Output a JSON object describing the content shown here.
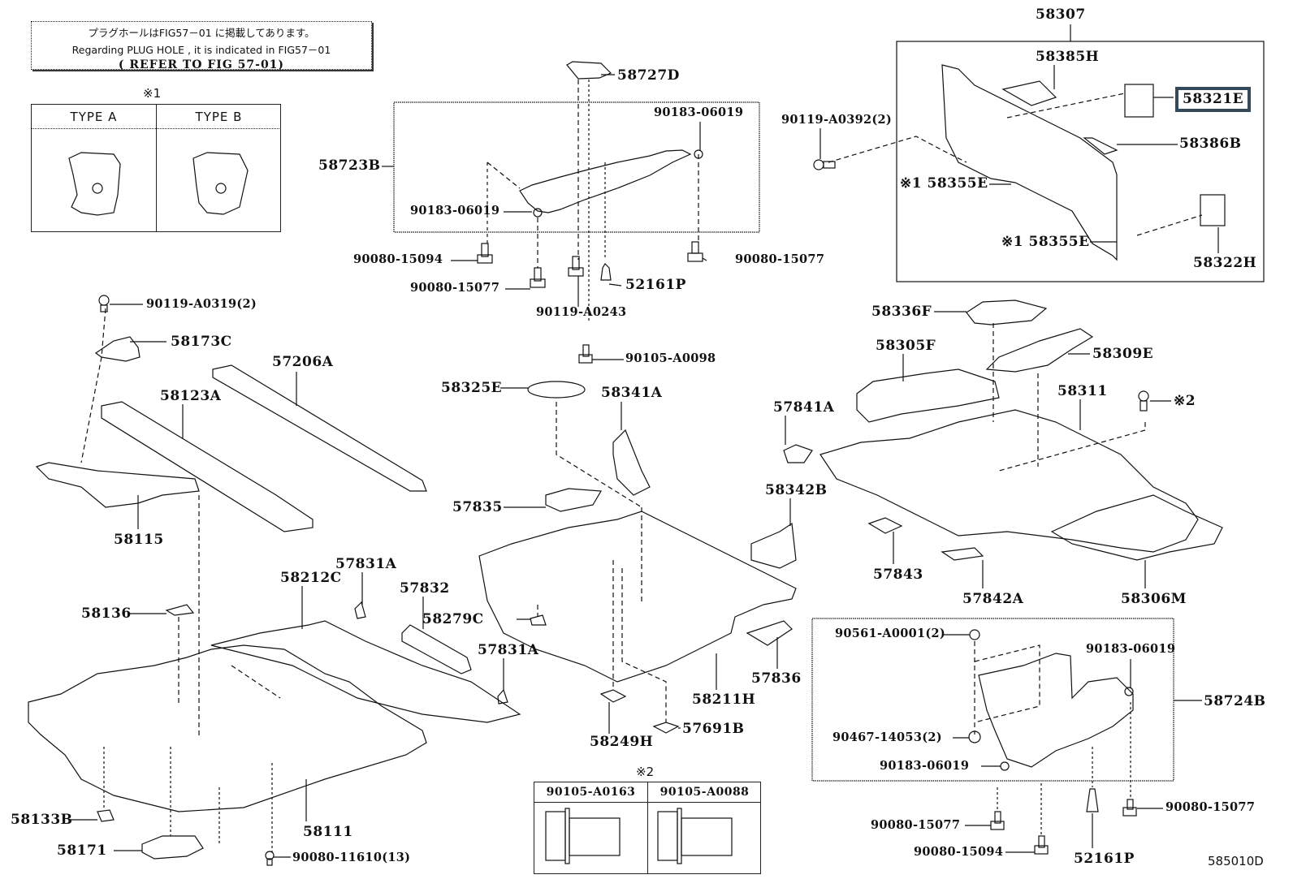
{
  "note": {
    "jp": "プラグホールはFIG57－01 に掲載してあります。",
    "en": "Regarding PLUG HOLE , it is indicated in FIG57－01",
    "ref": "( REFER TO FIG 57-01)"
  },
  "type_table": {
    "mark": "※1",
    "type_a": "TYPE A",
    "type_b": "TYPE B"
  },
  "bolt_table": {
    "mark": "※2",
    "left": "90105-A0163",
    "right": "90105-A0088"
  },
  "figure_code": "585010D",
  "parts": [
    {
      "id": "58727D",
      "small": false
    },
    {
      "id": "58723B",
      "small": false
    },
    {
      "id": "90183-06019",
      "small": true
    },
    {
      "id": "90183-06019",
      "small": true
    },
    {
      "id": "90080-15094",
      "small": true
    },
    {
      "id": "90080-15077",
      "small": true
    },
    {
      "id": "90080-15077",
      "small": true
    },
    {
      "id": "52161P",
      "small": false
    },
    {
      "id": "90119-A0243",
      "small": true
    },
    {
      "id": "90105-A0098",
      "small": true
    },
    {
      "id": "58307",
      "small": false
    },
    {
      "id": "58385H",
      "small": false
    },
    {
      "id": "58321E",
      "small": false,
      "highlight": true
    },
    {
      "id": "58386B",
      "small": false
    },
    {
      "id": "90119-A0392(2)",
      "small": true
    },
    {
      "id": "※1 58355E",
      "small": false
    },
    {
      "id": "※1 58355E",
      "small": false
    },
    {
      "id": "58322H",
      "small": false
    },
    {
      "id": "90119-A0319(2)",
      "small": true
    },
    {
      "id": "58173C",
      "small": false
    },
    {
      "id": "57206A",
      "small": false
    },
    {
      "id": "58123A",
      "small": false
    },
    {
      "id": "58115",
      "small": false
    },
    {
      "id": "58325E",
      "small": false
    },
    {
      "id": "58341A",
      "small": false
    },
    {
      "id": "57835",
      "small": false
    },
    {
      "id": "57841A",
      "small": false
    },
    {
      "id": "58342B",
      "small": false
    },
    {
      "id": "58336F",
      "small": false
    },
    {
      "id": "58305F",
      "small": false
    },
    {
      "id": "58309E",
      "small": false
    },
    {
      "id": "58311",
      "small": false
    },
    {
      "id": "※2",
      "small": false
    },
    {
      "id": "57843",
      "small": false
    },
    {
      "id": "57842A",
      "small": false
    },
    {
      "id": "58306M",
      "small": false
    },
    {
      "id": "58136",
      "small": false
    },
    {
      "id": "58212C",
      "small": false
    },
    {
      "id": "57831A",
      "small": false
    },
    {
      "id": "57832",
      "small": false
    },
    {
      "id": "58279C",
      "small": false
    },
    {
      "id": "57831A",
      "small": false
    },
    {
      "id": "58133B",
      "small": false
    },
    {
      "id": "58111",
      "small": false
    },
    {
      "id": "58171",
      "small": false
    },
    {
      "id": "90080-11610(13)",
      "small": true
    },
    {
      "id": "58249H",
      "small": false
    },
    {
      "id": "57691B",
      "small": false
    },
    {
      "id": "58211H",
      "small": false
    },
    {
      "id": "57836",
      "small": false
    },
    {
      "id": "90561-A0001(2)",
      "small": true
    },
    {
      "id": "90183-06019",
      "small": true
    },
    {
      "id": "58724B",
      "small": false
    },
    {
      "id": "90467-14053(2)",
      "small": true
    },
    {
      "id": "90183-06019",
      "small": true
    },
    {
      "id": "90080-15077",
      "small": true
    },
    {
      "id": "90080-15077",
      "small": true
    },
    {
      "id": "90080-15094",
      "small": true
    },
    {
      "id": "52161P",
      "small": false
    }
  ]
}
